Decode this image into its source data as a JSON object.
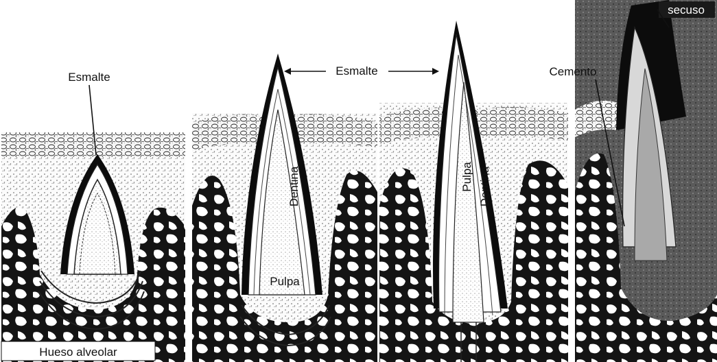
{
  "labels": {
    "esmalte_1": "Esmalte",
    "esmalte_2": "Esmalte",
    "cemento": "Cemento",
    "secuso": "secuso",
    "dentina_2": "Dentina",
    "pulpa_2": "Pulpa",
    "pulpa_3": "Pulpa",
    "dentina_3": "Dentina",
    "hueso_alveolar": "Hueso alveolar"
  },
  "colors": {
    "ink": "#111111",
    "enamel": "#0c0c0c",
    "bone": "#1a1a1a",
    "paper": "#ffffff",
    "tissue": "#f2f2f2"
  }
}
